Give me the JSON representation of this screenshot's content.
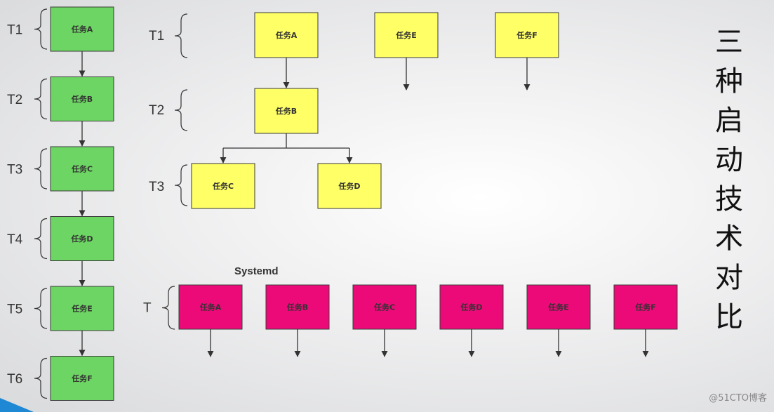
{
  "title": "三种启动技术对比",
  "watermark": "@51CTO博客",
  "sysv": {
    "rows": [
      {
        "t": "T1",
        "task": "任务A"
      },
      {
        "t": "T2",
        "task": "任务B"
      },
      {
        "t": "T3",
        "task": "任务C"
      },
      {
        "t": "T4",
        "task": "任务D"
      },
      {
        "t": "T5",
        "task": "任务E"
      },
      {
        "t": "T6",
        "task": "任务F"
      }
    ],
    "color": "#6dd563"
  },
  "upstart": {
    "levels": [
      {
        "t": "T1",
        "tasks": [
          "任务A",
          "任务E",
          "任务F"
        ]
      },
      {
        "t": "T2",
        "tasks": [
          "任务B"
        ]
      },
      {
        "t": "T3",
        "tasks": [
          "任务C",
          "任务D"
        ]
      }
    ],
    "color": "#ffff66"
  },
  "systemd": {
    "title": "Systemd",
    "t": "T",
    "tasks": [
      "任务A",
      "任务B",
      "任务C",
      "任务D",
      "任务E",
      "任务F"
    ],
    "color": "#ec0a78"
  }
}
